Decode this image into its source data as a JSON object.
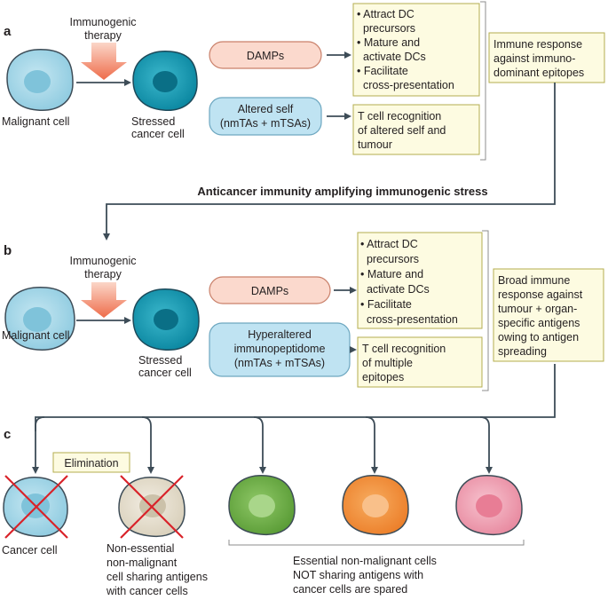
{
  "panel_a": {
    "label": "a",
    "therapy": [
      "Immunogenic",
      "therapy"
    ],
    "malignant": "Malignant cell",
    "stressed": [
      "Stressed",
      "cancer cell"
    ],
    "damps": "DAMPs",
    "altered": [
      "Altered self",
      "(nmTAs + mTSAs)"
    ],
    "dc_box": [
      "• Attract DC",
      "  precursors",
      "• Mature and",
      "  activate DCs",
      "• Facilitate",
      "  cross-presentation"
    ],
    "t_box": [
      "T cell recognition",
      "of altered self and",
      "tumour"
    ],
    "response": [
      "Immune response",
      "against immuno-",
      "dominant epitopes"
    ]
  },
  "amplify": "Anticancer immunity amplifying immunogenic stress",
  "panel_b": {
    "label": "b",
    "therapy": [
      "Immunogenic",
      "therapy"
    ],
    "malignant": "Malignant cell",
    "stressed": [
      "Stressed",
      "cancer cell"
    ],
    "damps": "DAMPs",
    "hyper": [
      "Hyperaltered",
      "immunopeptidome",
      "(nmTAs + mTSAs)"
    ],
    "dc_box": [
      "• Attract DC",
      "  precursors",
      "• Mature and",
      "  activate DCs",
      "• Facilitate",
      "  cross-presentation"
    ],
    "t_box": [
      "T cell recognition",
      "of multiple",
      "epitopes"
    ],
    "response": [
      "Broad immune",
      "response against",
      "tumour + organ-",
      "specific antigens",
      "owing to antigen",
      "spreading"
    ]
  },
  "panel_c": {
    "label": "c",
    "elimination": "Elimination",
    "cancer": "Cancer cell",
    "nonessential": [
      "Non-essential",
      "non-malignant",
      "cell sharing antigens",
      "with cancer cells"
    ],
    "essential": [
      "Essential non-malignant cells",
      "NOT sharing antigens with",
      "cancer cells are spared"
    ]
  },
  "colors": {
    "cell_blue": "#a9d8e8",
    "cell_teal": "#159bb2",
    "cell_beige": "#e7e0d0",
    "cell_green": "#74b44b",
    "cell_orange": "#f29440",
    "cell_pink": "#f0a6b7",
    "damps_fill": "#fbd9cd",
    "self_fill": "#bfe3f2",
    "box_fill": "#fdfbe1",
    "box_stroke": "#b4ae4f",
    "arrow": "#3d4c57",
    "cross": "#d9232a",
    "therapy": "#ef7a5a"
  }
}
